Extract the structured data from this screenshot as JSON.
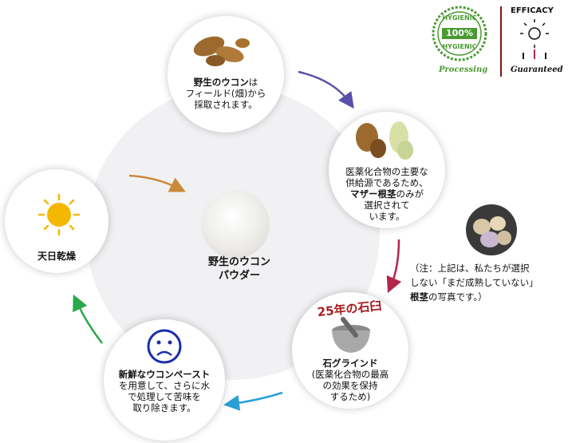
{
  "badges": {
    "hygienic_top": "HYGIENIC",
    "hygienic_center": "100%",
    "hygienic_bottom": "HYGIENIC",
    "processing": "Processing",
    "efficacy": "EFFICACY",
    "guaranteed": "Guaranteed"
  },
  "steps": {
    "harvest": {
      "bold": "野生のウコン",
      "rest": "は",
      "line2": "フィールド(畑)から",
      "line3": "採取されます。"
    },
    "select": {
      "line1": "医薬化合物の主要な",
      "line2": "供給源であるため、",
      "bold": "マザー根茎",
      "rest": "のみが",
      "line4": "選択されて",
      "line5": "います。"
    },
    "grind": {
      "title": "25年の石臼",
      "bold": "石グラインド",
      "line2": "(医薬化合物の最高",
      "line3": "の効果を保持",
      "line4": "するため)"
    },
    "paste": {
      "bold": "新鮮なウコンペースト",
      "line2": "を用意して、さらに水",
      "line3": "で処理して苦味を",
      "line4": "取り除きます。"
    },
    "dry": {
      "label": "天日乾燥"
    }
  },
  "center": {
    "line1": "野生のウコン",
    "line2": "パウダー"
  },
  "note": {
    "line1": "（注：上記は、私たちが選択",
    "line2": "しない「まだ成熟していない」",
    "bold": "根茎",
    "rest": "の写真です。）"
  },
  "colors": {
    "arrow_top": "#5a4fa8",
    "arrow_right": "#b2264a",
    "arrow_bottom": "#2a9fd6",
    "arrow_left": "#2aa84a",
    "arrow_center": "#c98a3a",
    "badge_green": "#4a9a32",
    "badge_dark_red": "#7a1414"
  },
  "icons": [
    "turmeric-root-icon",
    "ginger-root-icon",
    "mortar-pestle-icon",
    "sad-face-icon",
    "sun-icon",
    "powder-icon",
    "stones-icon",
    "hygienic-seal-icon",
    "efficacy-icon"
  ]
}
